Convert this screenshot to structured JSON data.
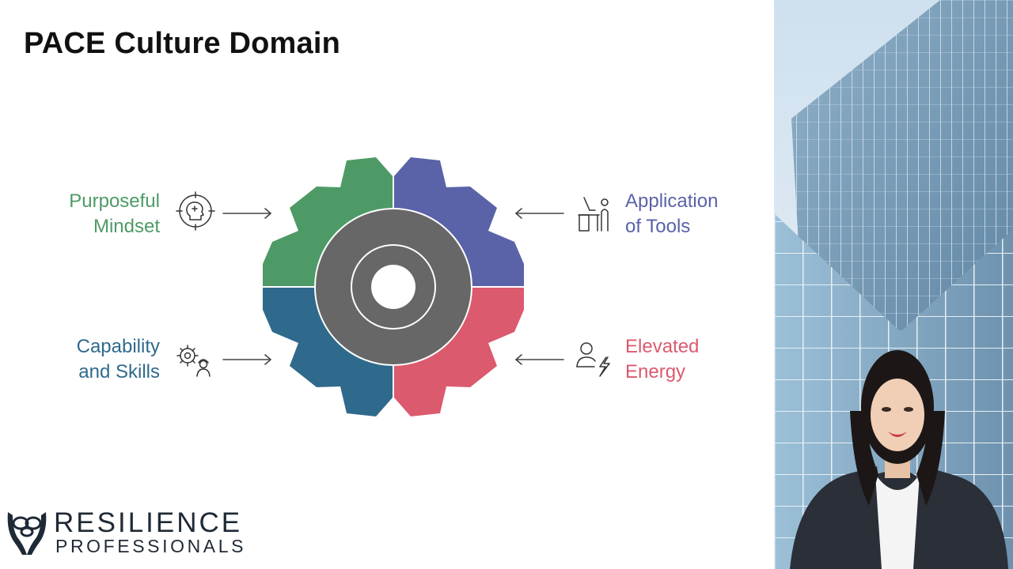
{
  "slide": {
    "title": "PACE Culture Domain"
  },
  "diagram": {
    "segments": [
      {
        "label_lines": [
          "Purposeful",
          "Mindset"
        ],
        "color": "#4e9a66",
        "icon": "target-head-icon"
      },
      {
        "label_lines": [
          "Application",
          "of Tools"
        ],
        "color": "#5a62a8",
        "icon": "desk-worker-icon"
      },
      {
        "label_lines": [
          "Capability",
          "and Skills"
        ],
        "color": "#2f6a8c",
        "icon": "gear-person-icon"
      },
      {
        "label_lines": [
          "Elevated",
          "Energy"
        ],
        "color": "#dc5a6e",
        "icon": "person-lightning-icon"
      }
    ],
    "hub_color": "#676767",
    "arrow_color": "#444444"
  },
  "logo": {
    "line1": "RESILIENCE",
    "line2": "PROFESSIONALS",
    "color": "#1f2a36"
  }
}
